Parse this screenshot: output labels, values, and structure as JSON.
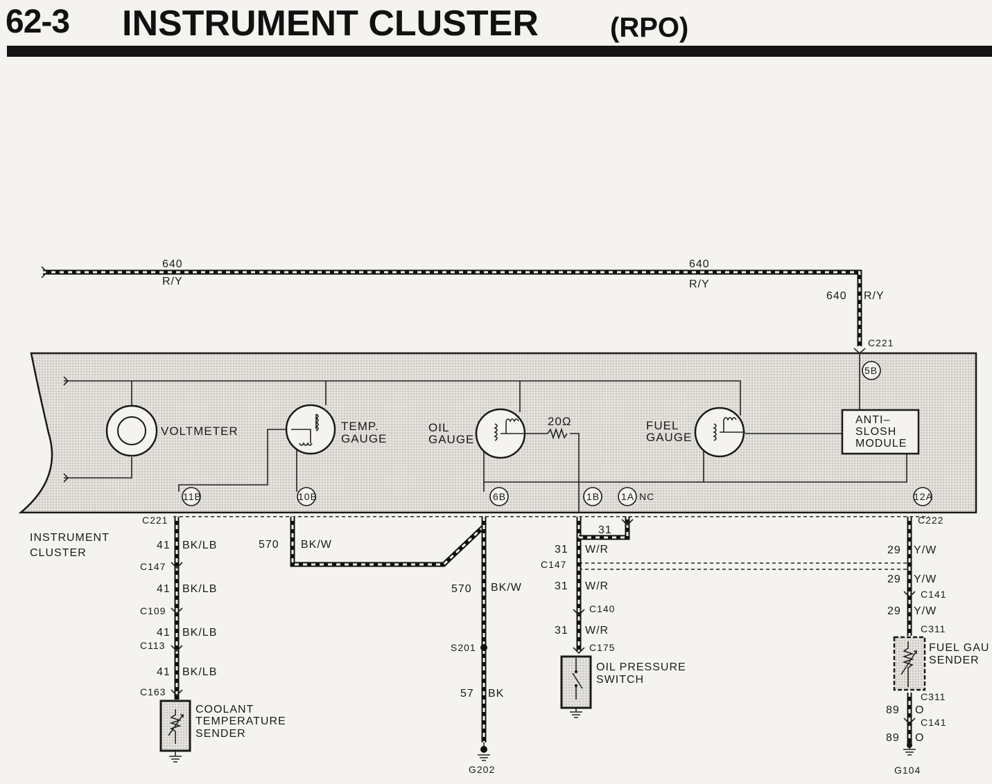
{
  "header": {
    "section_number": "62-3",
    "title": "INSTRUMENT CLUSTER",
    "suffix": "(RPO)"
  },
  "wires": {
    "power_a_num": "640",
    "power_a_color": "R/Y",
    "power_b_num": "640",
    "power_b_color": "R/Y",
    "power_c_num": "640",
    "power_c_color": "R/Y",
    "coolant_num": "41",
    "coolant_color": "BK/LB",
    "temp_return_num": "570",
    "temp_return_color": "BK/W",
    "ground_num": "570",
    "ground_color": "BK/W",
    "ground2_num": "57",
    "ground2_color": "BK",
    "oil_loop_num": "31",
    "oil_num": "31",
    "oil_color": "W/R",
    "fuel_num": "29",
    "fuel_color": "Y/W",
    "fuel_gnd_num": "89",
    "fuel_gnd_color": "O"
  },
  "cluster": {
    "voltmeter": "VOLTMETER",
    "temp_gauge_1": "TEMP.",
    "temp_gauge_2": "GAUGE",
    "oil_gauge_1": "OIL",
    "oil_gauge_2": "GAUGE",
    "resistor": "20Ω",
    "fuel_gauge_1": "FUEL",
    "fuel_gauge_2": "GAUGE",
    "anti_slosh_1": "ANTI–",
    "anti_slosh_2": "SLOSH",
    "anti_slosh_3": "MODULE",
    "pins": [
      "11B",
      "10B",
      "6B",
      "1B",
      "1A",
      "12A",
      "5B"
    ],
    "nc": "NC"
  },
  "connectors": {
    "c221": "C221",
    "c222": "C222",
    "c147": "C147",
    "c109": "C109",
    "c113": "C113",
    "c163": "C163",
    "c140": "C140",
    "c175": "C175",
    "c141": "C141",
    "c311": "C311",
    "s201": "S201",
    "g202": "G202",
    "g104": "G104"
  },
  "labels": {
    "instrument_1": "INSTRUMENT",
    "instrument_2": "CLUSTER",
    "coolant_1": "COOLANT",
    "coolant_2": "TEMPERATURE",
    "coolant_3": "SENDER",
    "oil_switch_1": "OIL PRESSURE",
    "oil_switch_2": "SWITCH",
    "fuel_sender_1": "FUEL GAU",
    "fuel_sender_2": "SENDER"
  }
}
